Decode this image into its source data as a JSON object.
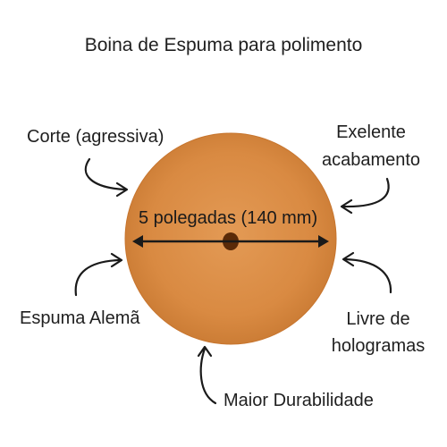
{
  "title": "Boina de Espuma para polimento",
  "labels": {
    "top_left": "Corte (agressiva)",
    "top_right_line1": "Exelente",
    "top_right_line2": "acabamento",
    "bottom_left": "Espuma Alemã",
    "bottom_right_line1": "Livre de",
    "bottom_right_line2": "hologramas",
    "bottom_center": "Maior Durabilidade",
    "dimension": "5 polegadas (140 mm)"
  },
  "colors": {
    "pad": "#d98a42",
    "pad_edge": "#c7752e",
    "hole": "#5a2a08",
    "text": "#1f1f1f",
    "arrow": "#1a1a1a"
  }
}
